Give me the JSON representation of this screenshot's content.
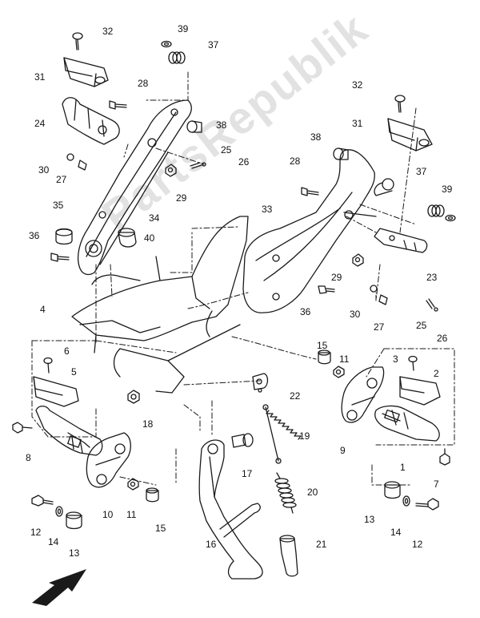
{
  "watermark": "PartsRepublik",
  "callouts": [
    "1",
    "2",
    "3",
    "4",
    "5",
    "6",
    "7",
    "8",
    "9",
    "10",
    "11",
    "12",
    "13",
    "14",
    "15",
    "16",
    "17",
    "18",
    "19",
    "20",
    "21",
    "22",
    "23",
    "24",
    "25",
    "26",
    "27",
    "28",
    "29",
    "30",
    "31",
    "32",
    "33",
    "34",
    "35",
    "36",
    "37",
    "38",
    "39",
    "40"
  ],
  "extra_callouts": {
    "c11b": "11",
    "c12b": "12",
    "c13b": "13",
    "c14b": "14",
    "c15b": "15",
    "c25b": "25",
    "c26b": "26",
    "c27b": "27",
    "c28b": "28",
    "c29b": "29",
    "c30b": "30",
    "c31b": "31",
    "c32b": "32",
    "c36b": "36",
    "c37b": "37",
    "c38b": "38",
    "c39b": "39"
  },
  "colors": {
    "line": "#1a1a1a",
    "watermark": "#bebebe"
  },
  "direction_icon": "front-arrow-icon"
}
